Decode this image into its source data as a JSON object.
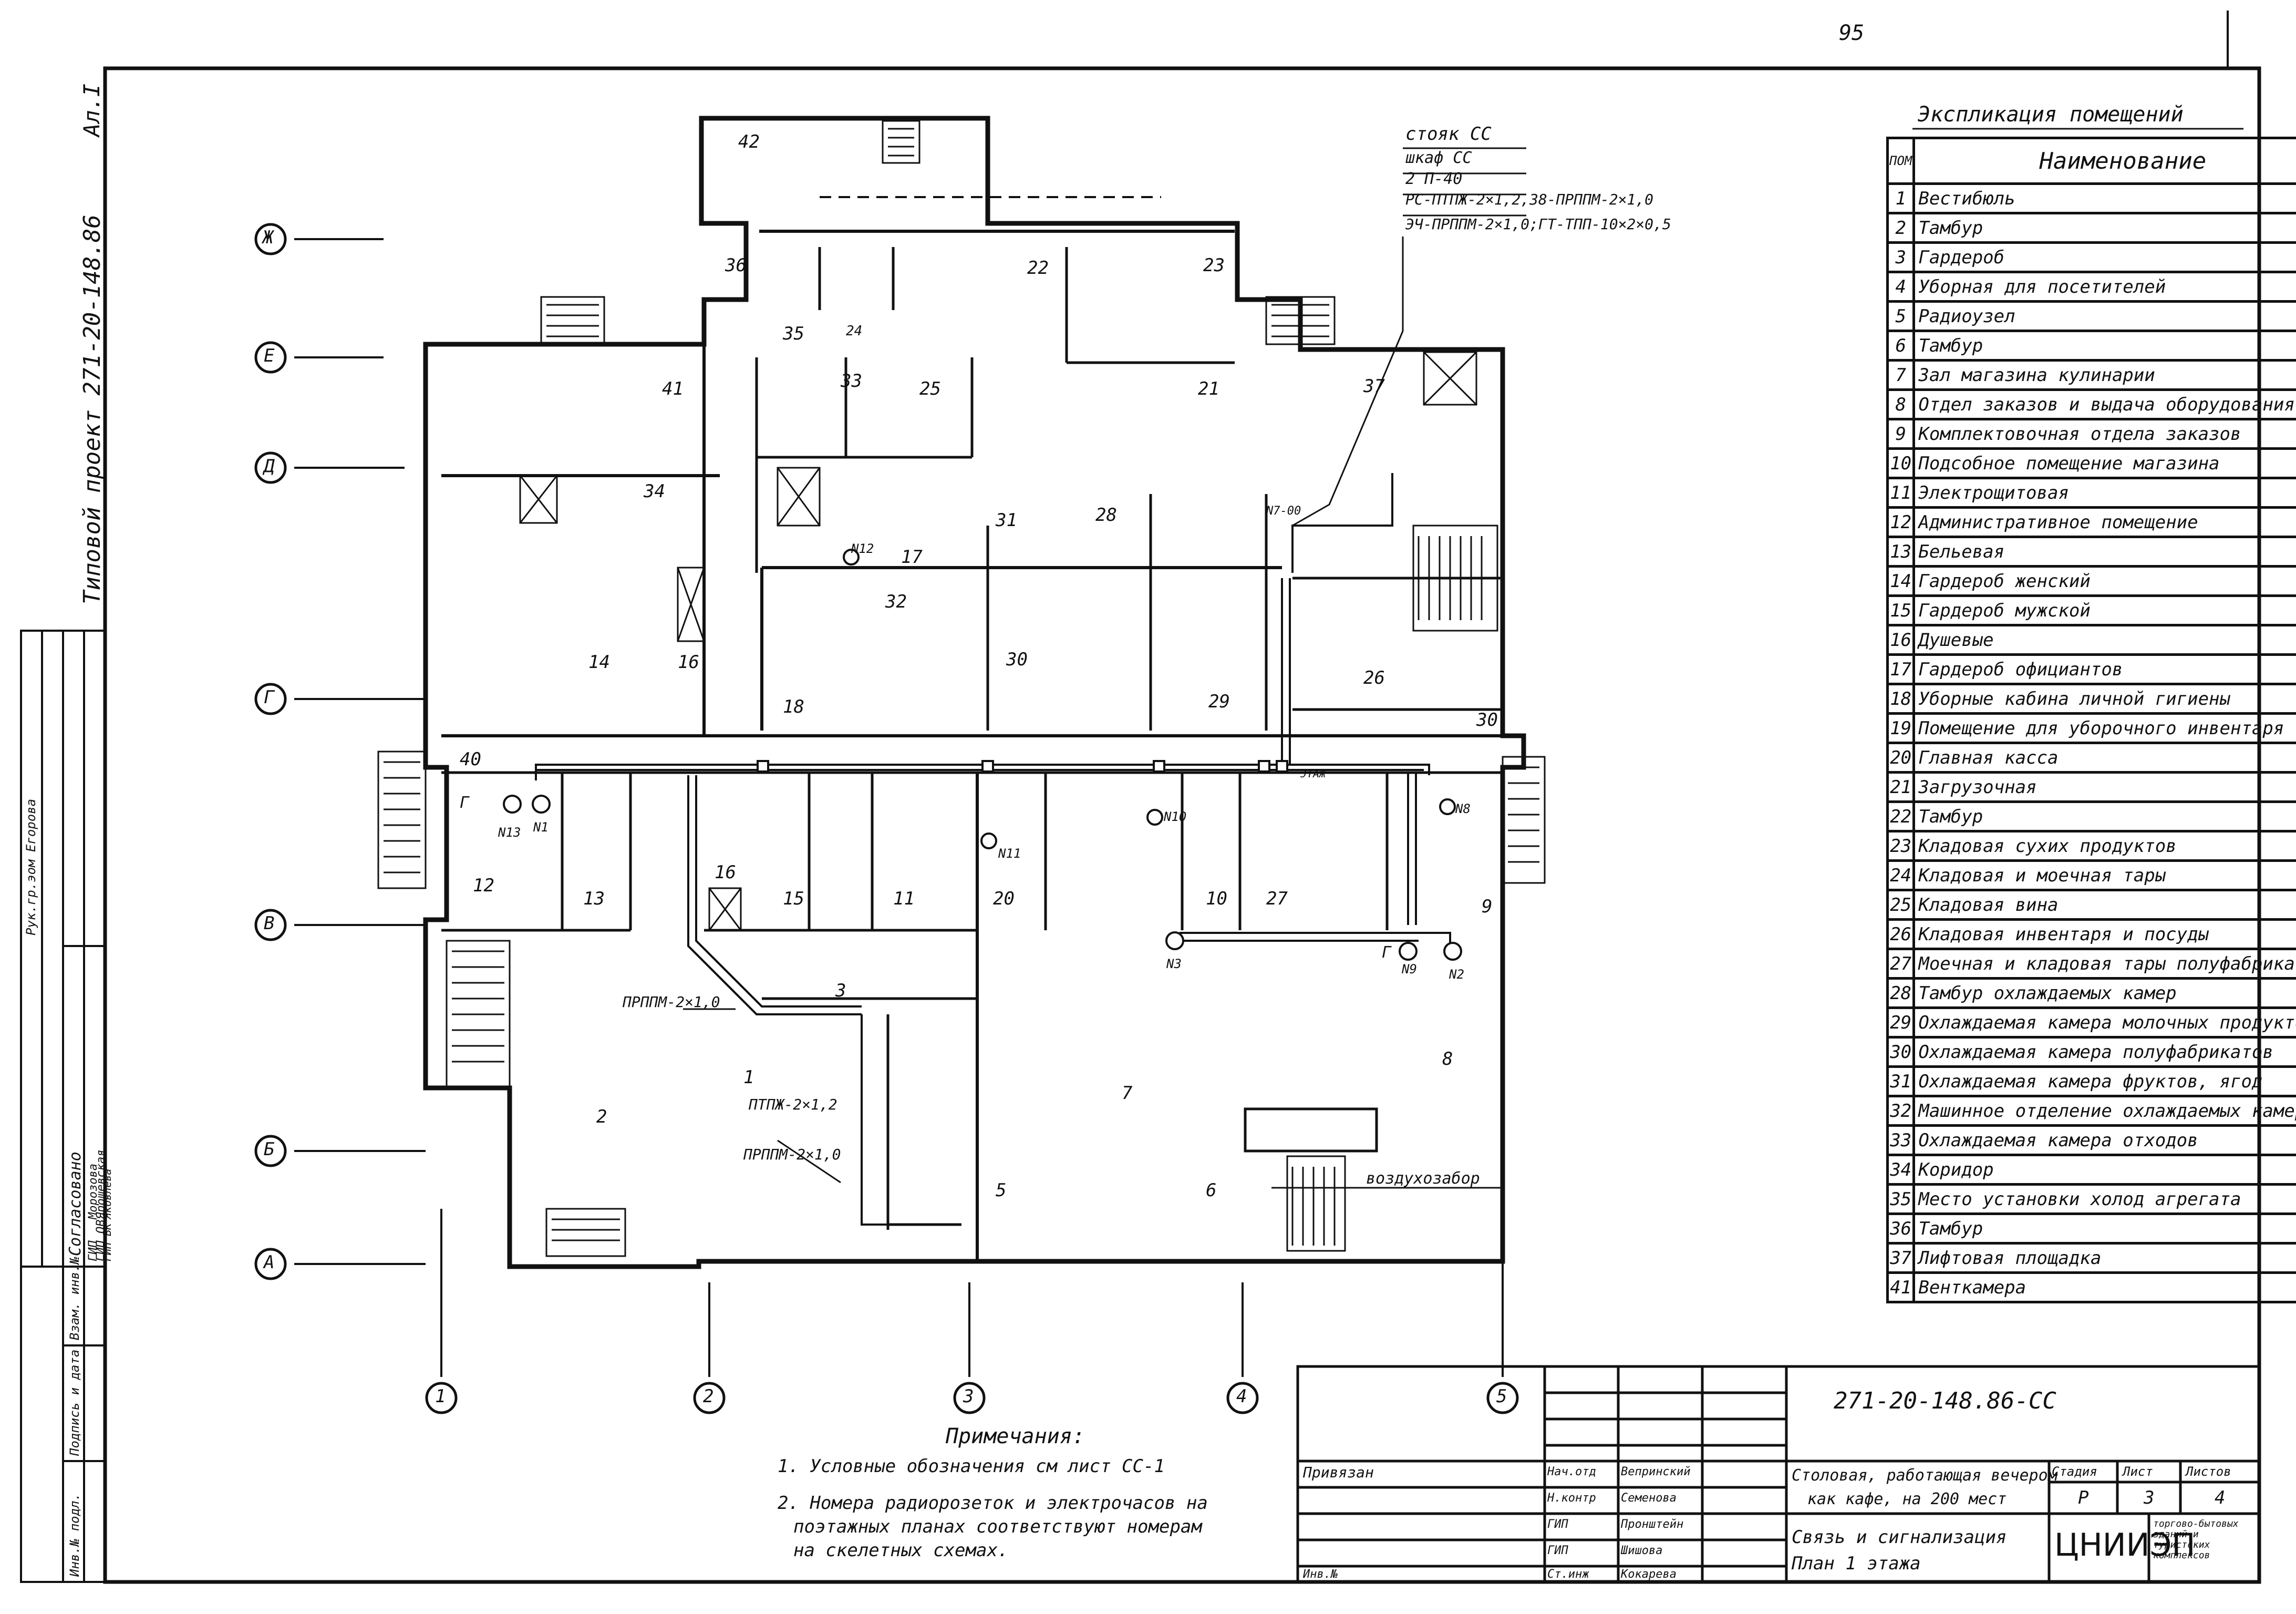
{
  "sheet_number": "95",
  "top_left_format": "Ал.I",
  "vertical_title": "Типовой проект 271-20-148.86",
  "grid_axes_letters": [
    "Ж",
    "Е",
    "Д",
    "Г",
    "В",
    "Б",
    "А"
  ],
  "grid_axes_numbers": [
    "1",
    "2",
    "3",
    "4",
    "5"
  ],
  "riser_notes": {
    "title": "стояк СС",
    "lines": [
      "шкаф СС",
      "2 П-40",
      "РС-ПТПЖ-2×1,2,38-ПРППМ-2×1,0",
      "ЭЧ-ПРППМ-2×1,0;ГТ-ТПП-10×2×0,5"
    ]
  },
  "cable_labels": [
    "ПРППМ-2×1,0",
    "ПТПЖ-2×1,2",
    "ПРППМ-2×1,0"
  ],
  "air_intake_label": "воздухозабор",
  "device_labels": [
    "N13",
    "N1",
    "N11",
    "N10",
    "N8",
    "N3",
    "N9",
    "N2",
    "N12",
    "N7-00",
    "ЭТАЖ"
  ],
  "room_numbers": [
    "42",
    "36",
    "35",
    "24",
    "33",
    "25",
    "22",
    "23",
    "21",
    "37",
    "41",
    "34",
    "17",
    "32",
    "31",
    "28",
    "30",
    "29",
    "26",
    "14",
    "16",
    "18",
    "40",
    "30",
    "12",
    "13",
    "16",
    "15",
    "11",
    "20",
    "10",
    "27",
    "9",
    "3",
    "1",
    "2",
    "7",
    "8",
    "6",
    "5",
    "Г",
    "Г"
  ],
  "explication": {
    "title": "Экспликация помещений",
    "col_num": "ПОМ",
    "col_name": "Наименование",
    "rows": [
      {
        "n": "1",
        "name": "Вестибюль"
      },
      {
        "n": "2",
        "name": "Тамбур"
      },
      {
        "n": "3",
        "name": "Гардероб"
      },
      {
        "n": "4",
        "name": "Уборная для посетителей"
      },
      {
        "n": "5",
        "name": "Радиоузел"
      },
      {
        "n": "6",
        "name": "Тамбур"
      },
      {
        "n": "7",
        "name": "Зал магазина кулинарии"
      },
      {
        "n": "8",
        "name": "Отдел заказов и выдача оборудования"
      },
      {
        "n": "9",
        "name": "Комплектовочная отдела заказов"
      },
      {
        "n": "10",
        "name": "Подсобное помещение магазина"
      },
      {
        "n": "11",
        "name": "Электрощитовая"
      },
      {
        "n": "12",
        "name": "Административное помещение"
      },
      {
        "n": "13",
        "name": "Бельевая"
      },
      {
        "n": "14",
        "name": "Гардероб женский"
      },
      {
        "n": "15",
        "name": "Гардероб мужской"
      },
      {
        "n": "16",
        "name": "Душевые"
      },
      {
        "n": "17",
        "name": "Гардероб официантов"
      },
      {
        "n": "18",
        "name": "Уборные кабина личной гигиены"
      },
      {
        "n": "19",
        "name": "Помещение для уборочного инвентаря"
      },
      {
        "n": "20",
        "name": "Главная касса"
      },
      {
        "n": "21",
        "name": "Загрузочная"
      },
      {
        "n": "22",
        "name": "Тамбур"
      },
      {
        "n": "23",
        "name": "Кладовая сухих продуктов"
      },
      {
        "n": "24",
        "name": "Кладовая и моечная тары"
      },
      {
        "n": "25",
        "name": "Кладовая вина"
      },
      {
        "n": "26",
        "name": "Кладовая инвентаря и посуды"
      },
      {
        "n": "27",
        "name": "Моечная и кладовая тары полуфабрикатов"
      },
      {
        "n": "28",
        "name": "Тамбур охлаждаемых камер"
      },
      {
        "n": "29",
        "name": "Охлаждаемая камера молочных продуктов"
      },
      {
        "n": "30",
        "name": "Охлаждаемая камера полуфабрикатов"
      },
      {
        "n": "31",
        "name": "Охлаждаемая камера фруктов, ягод"
      },
      {
        "n": "32",
        "name": "Машинное отделение охлаждаемых камер"
      },
      {
        "n": "33",
        "name": "Охлаждаемая камера отходов"
      },
      {
        "n": "34",
        "name": "Коридор"
      },
      {
        "n": "35",
        "name": "Место установки холод агрегата"
      },
      {
        "n": "36",
        "name": "Тамбур"
      },
      {
        "n": "37",
        "name": "Лифтовая площадка"
      },
      {
        "n": "41",
        "name": "Венткамера"
      }
    ]
  },
  "notes": {
    "title": "Примечания:",
    "items": [
      "1. Условные обозначения см лист СС-1",
      "2. Номера радиорозеток и электрочасов на",
      "поэтажных планах соответствуют номерам",
      "на скелетных схемах."
    ]
  },
  "left_stamp": {
    "agreed": "Согласовано",
    "rows": [
      {
        "role": "ГИП",
        "name": "Морозова"
      },
      {
        "role": "ГИП ОВ",
        "name": "Ярошевская"
      },
      {
        "role": "ГИП ВК",
        "name": "Яковлева"
      }
    ],
    "head": "Рук.гр.эом Егорова",
    "cols": [
      "Инв.№ подл.",
      "Подпись и дата",
      "Взам. инв.№"
    ]
  },
  "title_block": {
    "code": "271-20-148.86-СС",
    "attached": "Привязан",
    "inv": "Инв.№",
    "staff": [
      {
        "role": "Нач.отд",
        "name": "Вепринский"
      },
      {
        "role": "Н.контр",
        "name": "Семенова"
      },
      {
        "role": "ГИП",
        "name": "Пронштейн"
      },
      {
        "role": "ГИП",
        "name": "Шишова"
      },
      {
        "role": "Ст.инж",
        "name": "Кокарева"
      }
    ],
    "project_name_1": "Столовая, работающая вечером",
    "project_name_2": "как кафе, на 200 мест",
    "sheet_name_1": "Связь и сигнализация",
    "sheet_name_2": "План 1 этажа",
    "stage_h": "Стадия",
    "sheet_h": "Лист",
    "sheets_h": "Листов",
    "stage": "Р",
    "sheet": "3",
    "sheets": "4",
    "org": "ЦНИИЭП",
    "org_sub": "торгово-бытовых зданий и туристских комплексов"
  }
}
